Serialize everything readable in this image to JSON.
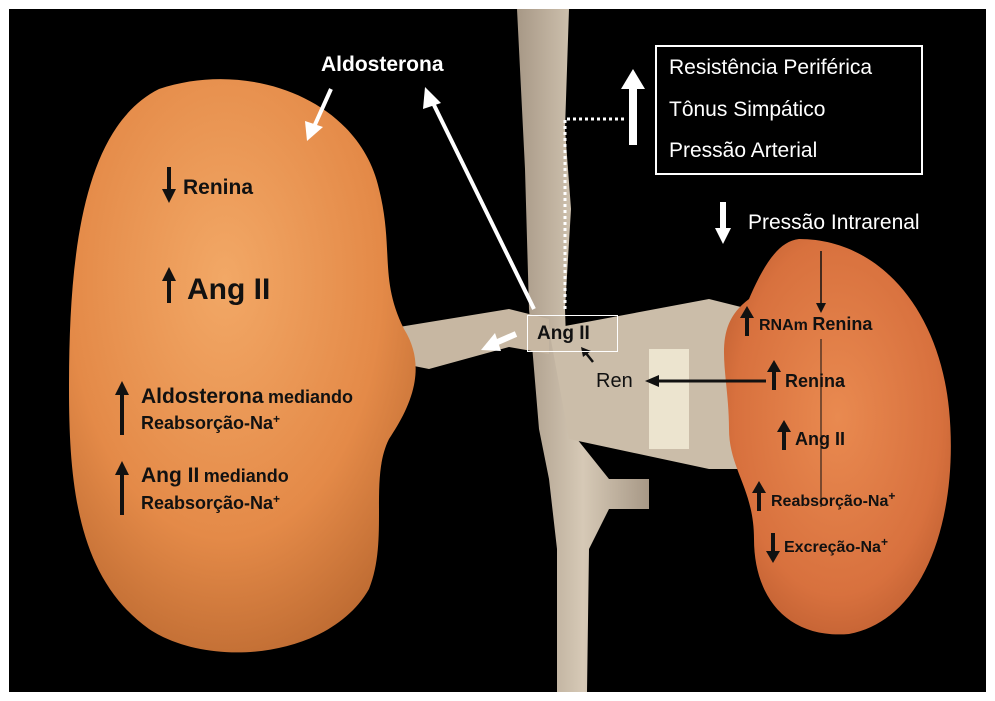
{
  "system_box": {
    "lines": [
      "Resistência Periférica",
      "Tônus Simpático",
      "Pressão Arterial"
    ]
  },
  "top": {
    "aldosterona": "Aldosterona",
    "pressao_intrarenal": "Pressão Intrarenal"
  },
  "center": {
    "ang_ii": "Ang II",
    "ren": "Ren"
  },
  "left_kidney": {
    "renina": "Renina",
    "ang_ii": "Ang II",
    "aldosterona": "Aldosterona",
    "mediando": "mediando",
    "reabsorcao_na": "Reabsorção-Na",
    "plus": "+",
    "ang_ii_2": "Ang II",
    "mediando_2": "mediando",
    "reabsorcao_na_2": "Reabsorção-Na"
  },
  "right_kidney": {
    "rnam": "RNAm",
    "renina_1": "Renina",
    "renina_2": "Renina",
    "ang_ii": "Ang II",
    "reabsorcao_na": "Reabsorção-Na",
    "excrecao_na": "Excreção-Na",
    "plus": "+"
  },
  "colors": {
    "background": "#000000",
    "kidney_left": "#e48a48",
    "kidney_right": "#d8713e",
    "vessel": "#c9bba8",
    "text_dark": "#111111",
    "text_light": "#ffffff"
  }
}
